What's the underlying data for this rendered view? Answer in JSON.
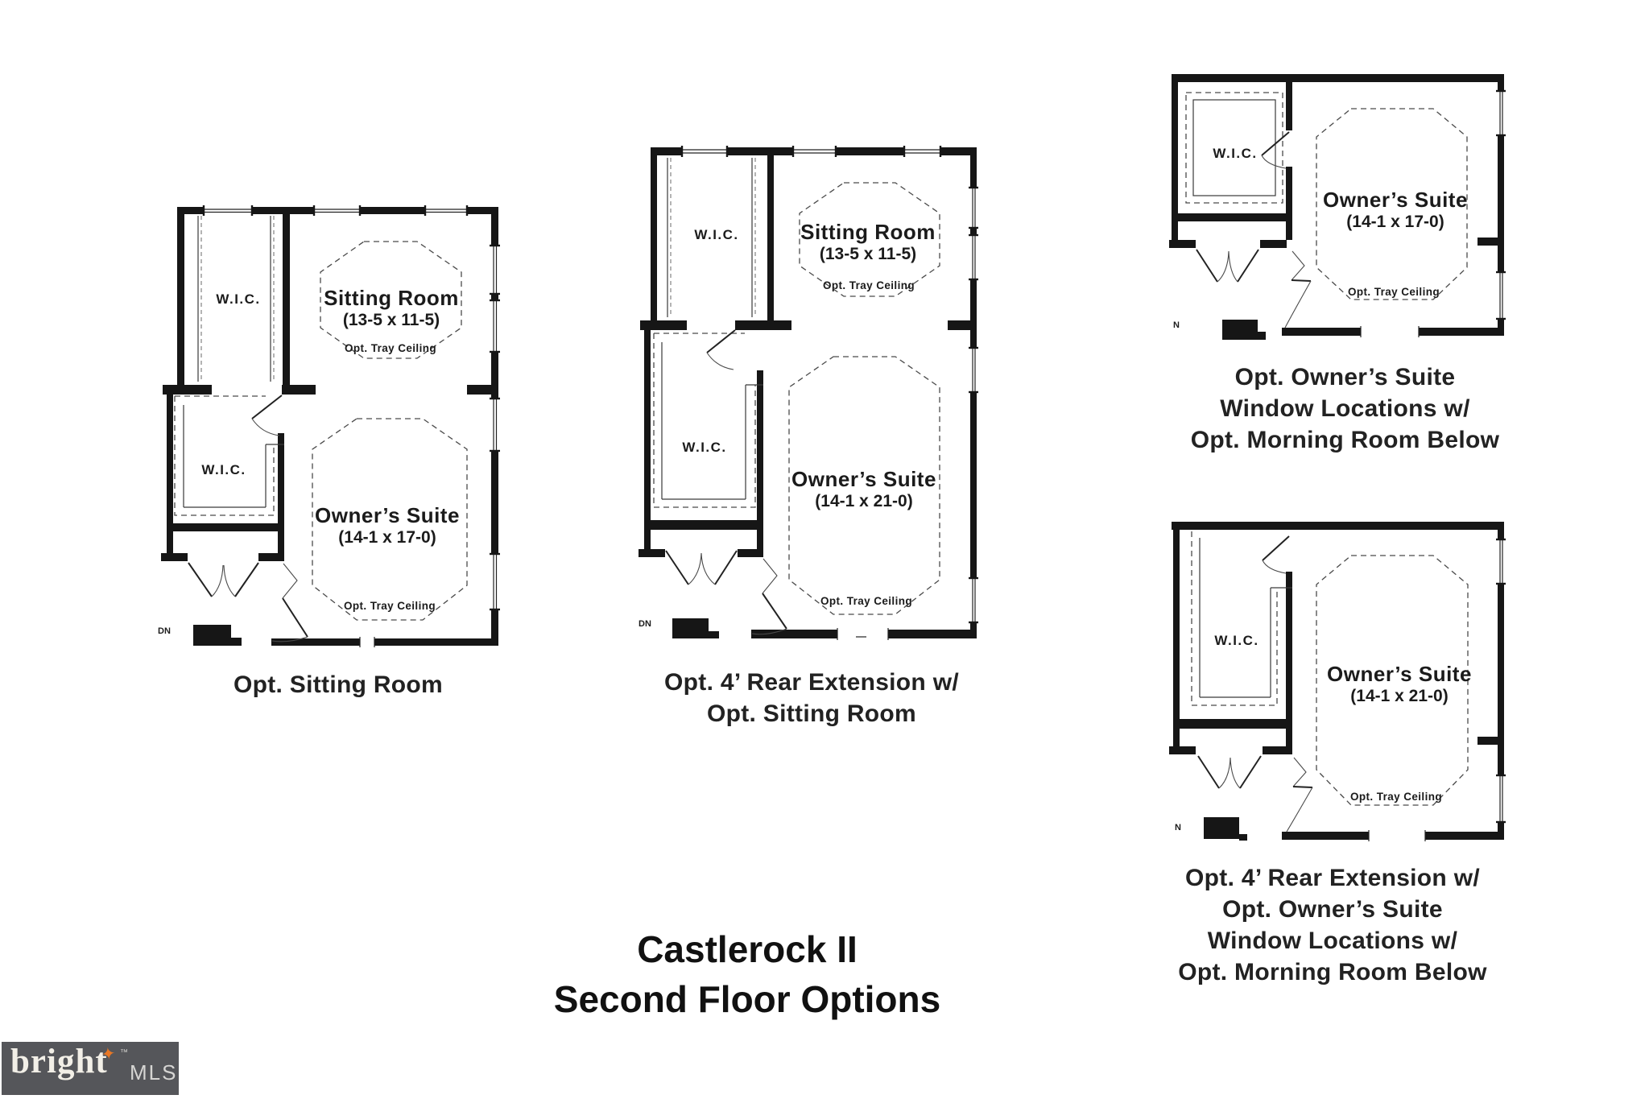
{
  "title": {
    "lines": [
      "Castlerock II",
      "Second Floor Options"
    ]
  },
  "plans": [
    {
      "caption": [
        "Opt. Sitting Room"
      ],
      "wic_upper": "W.I.C.",
      "wic_lower": "W.I.C.",
      "sitting": {
        "name": "Sitting Room",
        "dims": "(13-5 x 11-5)",
        "tray": "Opt. Tray Ceiling"
      },
      "owner": {
        "name": "Owner’s Suite",
        "dims": "(14-1 x 17-0)",
        "tray": "Opt. Tray Ceiling"
      },
      "stairs": "DN"
    },
    {
      "caption": [
        "Opt. 4’ Rear Extension w/",
        "Opt. Sitting Room"
      ],
      "wic_upper": "W.I.C.",
      "wic_lower": "W.I.C.",
      "sitting": {
        "name": "Sitting Room",
        "dims": "(13-5 x 11-5)",
        "tray": "Opt. Tray Ceiling"
      },
      "owner": {
        "name": "Owner’s Suite",
        "dims": "(14-1 x 21-0)",
        "tray": "Opt. Tray Ceiling"
      },
      "stairs": "DN"
    },
    {
      "caption": [
        "Opt. Owner’s Suite",
        "Window Locations w/",
        "Opt. Morning Room Below"
      ],
      "wic": "W.I.C.",
      "owner": {
        "name": "Owner’s Suite",
        "dims": "(14-1 x 17-0)",
        "tray": "Opt. Tray Ceiling"
      },
      "stairs": "N"
    },
    {
      "caption": [
        "Opt. 4’ Rear Extension w/",
        "Opt. Owner’s Suite",
        "Window Locations w/",
        "Opt. Morning Room Below"
      ],
      "wic": "W.I.C.",
      "owner": {
        "name": "Owner’s Suite",
        "dims": "(14-1 x 21-0)",
        "tray": "Opt. Tray Ceiling"
      },
      "stairs": "N"
    }
  ],
  "logo": {
    "brand": "bright",
    "tm": "™",
    "suffix": "MLS"
  },
  "colors": {
    "wall": "#161616",
    "logo_bg": "#55565a",
    "logo_star": "#e87725",
    "logo_text": "#f2efe7",
    "logo_mls": "#d6d5d3"
  }
}
